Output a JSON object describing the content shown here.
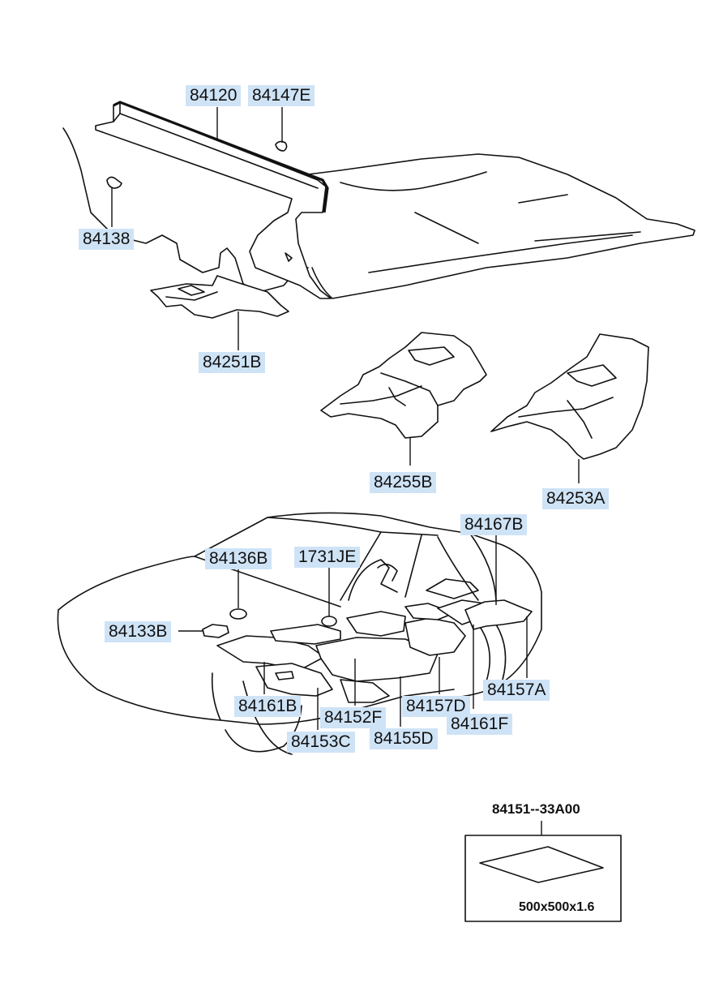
{
  "parts": {
    "p84120": "84120",
    "p84147E": "84147E",
    "p84138": "84138",
    "p84251B": "84251B",
    "p84255B": "84255B",
    "p84253A": "84253A",
    "p84167B": "84167B",
    "p84136B": "84136B",
    "p1731JE": "1731JE",
    "p84133B": "84133B",
    "p84161B": "84161B",
    "p84152F": "84152F",
    "p84153C": "84153C",
    "p84155D": "84155D",
    "p84157D": "84157D",
    "p84161F": "84161F",
    "p84157A": "84157A"
  },
  "inset": {
    "part_number": "84151--33A00",
    "dimensions": "500x500x1.6"
  },
  "colors": {
    "label_highlight": "#cfe3f6",
    "line": "#111111"
  }
}
